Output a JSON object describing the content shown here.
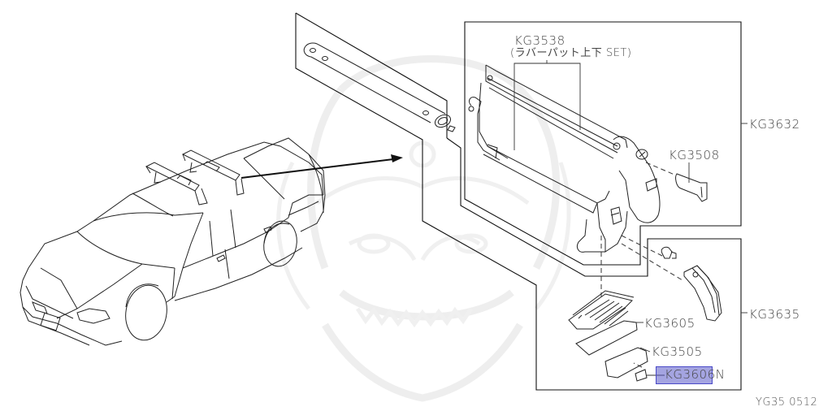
{
  "diagram": {
    "type": "exploded-parts-diagram",
    "subject": "roof carrier / ski rack assembly on sedan",
    "callouts": [
      {
        "id": "KG3538",
        "label": "KG3538",
        "sub": "(ラバーパット上下 SET)"
      },
      {
        "id": "KG3632",
        "label": "KG3632"
      },
      {
        "id": "KG3508",
        "label": "KG3508"
      },
      {
        "id": "KG3635",
        "label": "KG3635"
      },
      {
        "id": "KG3605",
        "label": "KG3605"
      },
      {
        "id": "KG3505",
        "label": "KG3505"
      },
      {
        "id": "KG3606N",
        "label": "KG3606N",
        "highlighted": true
      }
    ],
    "figure_code": "YG35 0512",
    "highlight_color": "#6e6ed0",
    "line_color": "#222222"
  }
}
